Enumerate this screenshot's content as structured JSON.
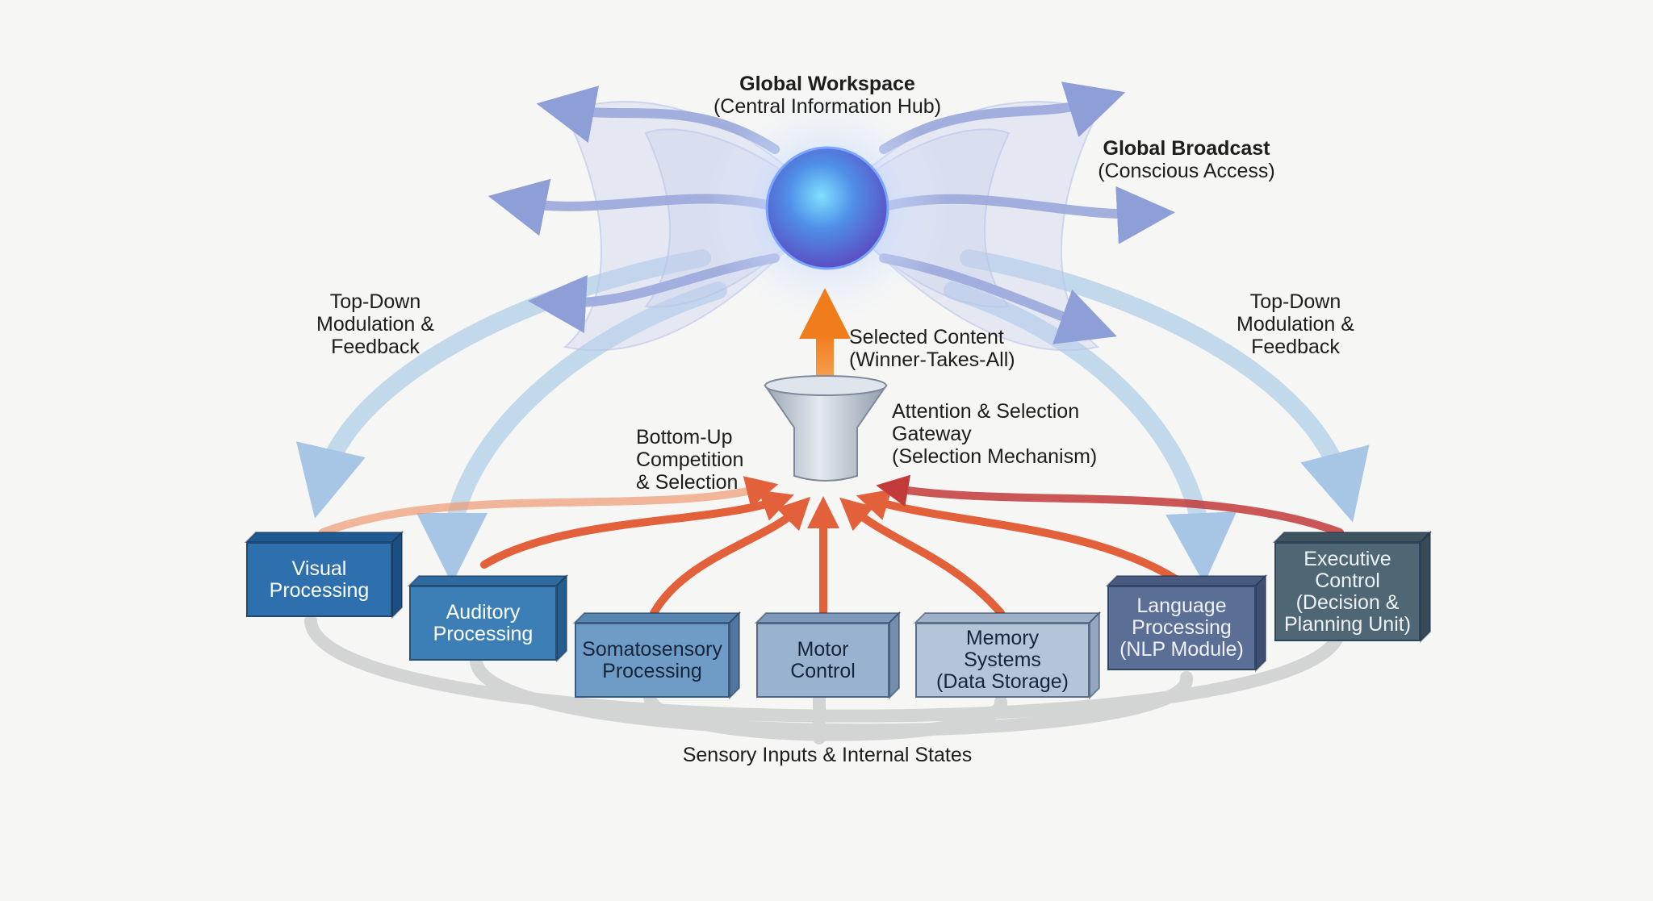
{
  "workspace": {
    "title": "Global Workspace",
    "subtitle": "(Central Information Hub)"
  },
  "broadcast": {
    "title": "Global Broadcast",
    "subtitle": "(Conscious Access)"
  },
  "top_down_left": [
    "Top-Down",
    "Modulation &",
    "Feedback"
  ],
  "top_down_right": [
    "Top-Down",
    "Modulation &",
    "Feedback"
  ],
  "selected_content": [
    "Selected Content",
    "(Winner-Takes-All)"
  ],
  "gateway": [
    "Attention & Selection",
    "Gateway",
    "(Selection Mechanism)"
  ],
  "bottom_up": [
    "Bottom-Up",
    "Competition",
    "& Selection"
  ],
  "sensory": "Sensory Inputs & Internal States",
  "modules": [
    {
      "id": "visual",
      "lines": [
        "Visual",
        "Processing"
      ],
      "color": "#2e6fae",
      "text": "#ffffff"
    },
    {
      "id": "auditory",
      "lines": [
        "Auditory",
        "Processing"
      ],
      "color": "#3c7fb6",
      "text": "#ffffff"
    },
    {
      "id": "somatosensory",
      "lines": [
        "Somatosensory",
        "Processing"
      ],
      "color": "#6e9cc6",
      "text": "#16253a"
    },
    {
      "id": "motor",
      "lines": [
        "Motor",
        "Control"
      ],
      "color": "#98b2d0",
      "text": "#16253a"
    },
    {
      "id": "memory",
      "lines": [
        "Memory",
        "Systems",
        "(Data Storage)"
      ],
      "color": "#b4c5da",
      "text": "#16253a"
    },
    {
      "id": "language",
      "lines": [
        "Language",
        "Processing",
        "(NLP Module)"
      ],
      "color": "#5a6e96",
      "text": "#eef2f8"
    },
    {
      "id": "executive",
      "lines": [
        "Executive",
        "Control",
        "(Decision &",
        "Planning Unit)"
      ],
      "color": "#4f6775",
      "text": "#eef2f4"
    }
  ],
  "colors": {
    "background": "#f6f6f4",
    "workspace_core": "#5aa0ec",
    "broadcast_arrows": "#9aa8dc",
    "feedback_arrows": "#b9d3ea",
    "selected_arrow": "#f08a2a",
    "bottom_up_arrows": "#e0663a",
    "sensory_paths": "#d3d5d4",
    "funnel": "#c9d2dd"
  }
}
